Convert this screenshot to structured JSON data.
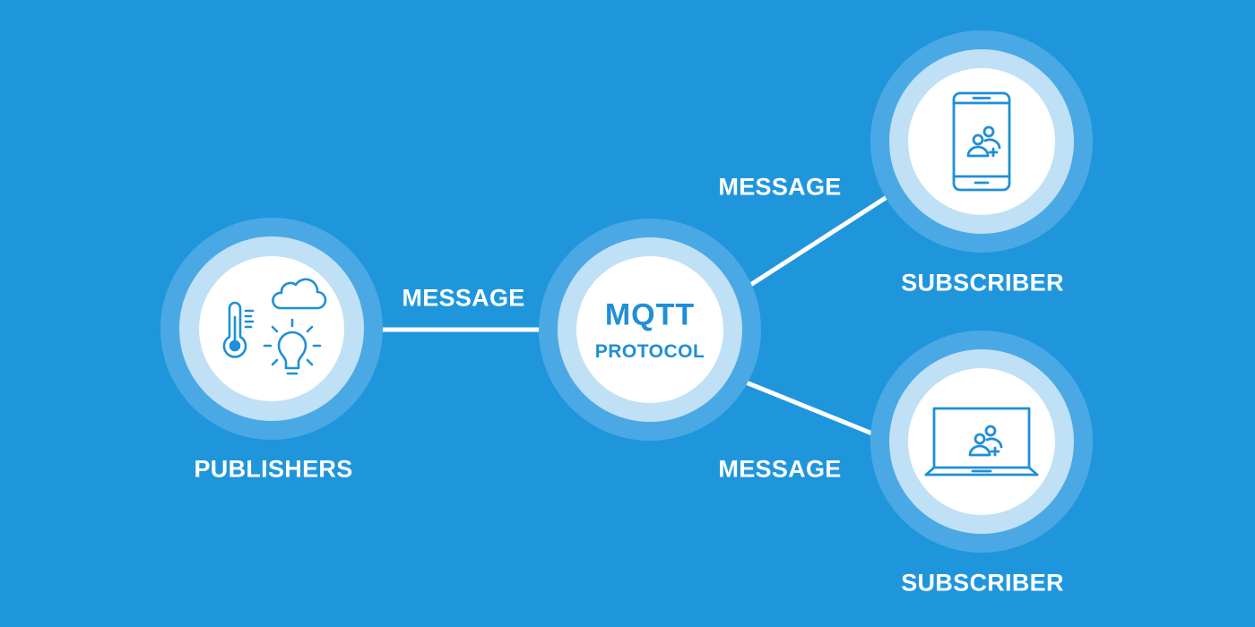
{
  "colors": {
    "background": "#1f96dc",
    "ring_outer": "#4aa9e4",
    "ring_middle": "#bfe0f5",
    "node_fill": "#ffffff",
    "icon_stroke": "#1f8fd6",
    "connector": "#ffffff"
  },
  "hub": {
    "title": "MQTT",
    "subtitle": "PROTOCOL"
  },
  "publishers": {
    "label": "PUBLISHERS",
    "icons": [
      "thermometer-icon",
      "cloud-icon",
      "lightbulb-icon"
    ]
  },
  "subscribers": [
    {
      "label": "SUBSCRIBER",
      "icon": "smartphone-users-icon"
    },
    {
      "label": "SUBSCRIBER",
      "icon": "laptop-users-icon"
    }
  ],
  "connectors": [
    {
      "from": "publishers",
      "to": "hub",
      "label": "MESSAGE"
    },
    {
      "from": "hub",
      "to": "subscriber-1",
      "label": "MESSAGE"
    },
    {
      "from": "hub",
      "to": "subscriber-2",
      "label": "MESSAGE"
    }
  ]
}
